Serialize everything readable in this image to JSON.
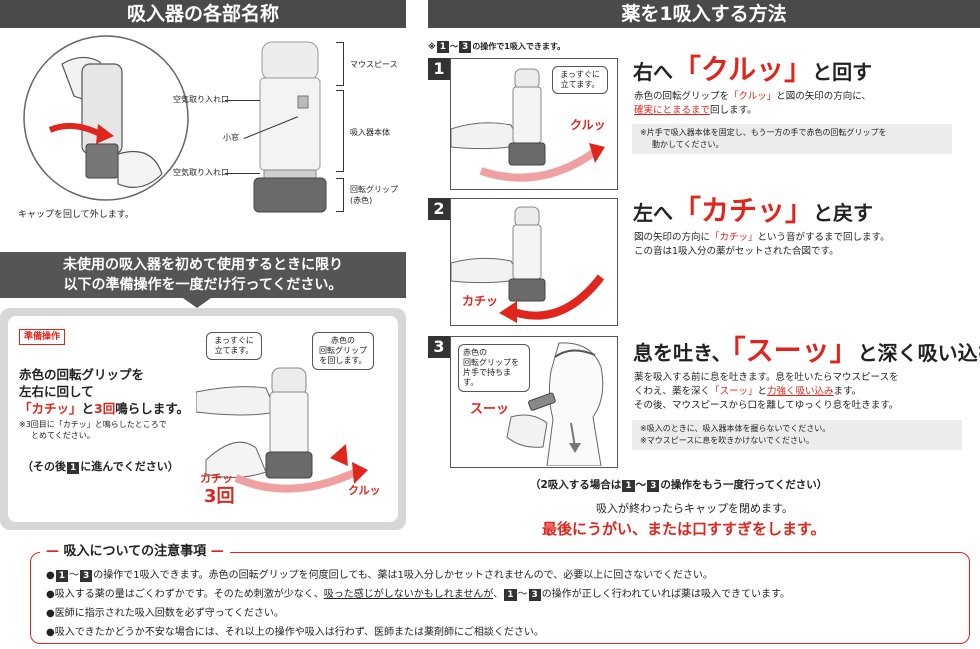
{
  "left_header": "吸入器の各部名称",
  "right_header": "薬を1吸入する方法",
  "parts": {
    "cap_caption": "キャップを回して外します。",
    "air_intake_top": "空気取り入れ口",
    "small_window": "小窓",
    "air_intake_bottom": "空気取り入れ口",
    "mouthpiece": "マウスピース",
    "body": "吸入器本体",
    "grip_l1": "回転グリップ",
    "grip_l2": "(赤色)"
  },
  "first_use": {
    "banner_l1": "未使用の吸入器を初めて使用するときに限り",
    "banner_l2": "以下の準備操作を一度だけ行ってください。",
    "tag": "準備操作",
    "bubble1_l1": "まっすぐに",
    "bubble1_l2": "立てます。",
    "bubble2_l1": "赤色の",
    "bubble2_l2": "回転グリップ",
    "bubble2_l3": "を回します。",
    "text_l1": "赤色の回転グリップを",
    "text_l2": "左右に回して",
    "text_l3a": "「カチッ」",
    "text_l3b": "と",
    "text_l3c": "3回",
    "text_l3d": "鳴らします。",
    "note_l1": "※3回目に「カチッ」と鳴らしたところで",
    "note_l2": "とめてください。",
    "goto_a": "（その後",
    "goto_num": "1",
    "goto_b": "に進んでください）",
    "label_kachi": "カチッ",
    "label_3kai": "3回",
    "label_kuru": "クルッ"
  },
  "steps_intro": {
    "pre": "※",
    "n1": "1",
    "tilde": "～",
    "n3": "3",
    "post": "の操作で1吸入できます。"
  },
  "step1": {
    "num": "1",
    "title_a": "右へ",
    "title_b": "「クルッ」",
    "title_c": "と回す",
    "line1_a": "赤色の回転グリップを",
    "line1_b": "「クルッ」",
    "line1_c": "と図の矢印の方向に、",
    "line2_a": "確実にとまるまで",
    "line2_b": "回します。",
    "note_l1": "※片手で吸入器本体を固定し、もう一方の手で赤色の回転グリップを",
    "note_l2": "動かしてください。",
    "bubble_l1": "まっすぐに",
    "bubble_l2": "立てます。",
    "label": "クルッ"
  },
  "step2": {
    "num": "2",
    "title_a": "左へ",
    "title_b": "「カチッ」",
    "title_c": "と戻す",
    "line1_a": "図の矢印の方向に",
    "line1_b": "「カチッ」",
    "line1_c": "という音がするまで回します。",
    "line2": "この音は1吸入分の薬がセットされた合図です。",
    "label": "カチッ"
  },
  "step3": {
    "num": "3",
    "title_a": "息を吐き、",
    "title_b": "「スーッ」",
    "title_c": "と深く吸い込む",
    "line1": "薬を吸入する前に息を吐きます。息を吐いたらマウスピースを",
    "line2_a": "くわえ、薬を深く",
    "line2_b": "「スーッ」",
    "line2_c": "と",
    "line2_d": "力強く吸い込み",
    "line2_e": "ます。",
    "line3": "その後、マウスピースから口を離してゆっくり息を吐きます。",
    "note_l1": "※吸入のときに、吸入器本体を握らないでください。",
    "note_l2": "※マウスピースに息を吹きかけないでください。",
    "bubble_l1": "赤色の",
    "bubble_l2": "回転グリップを",
    "bubble_l3": "片手で持ちます。",
    "label": "スーッ"
  },
  "after": {
    "repeat_a": "（2吸入する場合は",
    "repeat_n1": "1",
    "repeat_tilde": "～",
    "repeat_n3": "3",
    "repeat_b": "の操作をもう一度行ってください）",
    "close_cap": "吸入が終わったらキャップを閉めます。",
    "rinse": "最後にうがい、または口すすぎをします。"
  },
  "notes": {
    "title": "吸入についての注意事項",
    "b1_pre": "●",
    "b1_n1": "1",
    "b1_tilde": "～",
    "b1_n3": "3",
    "b1_text": "の操作で1吸入できます。赤色の回転グリップを何度回しても、薬は1吸入分しかセットされませんので、必要以上に回さないでください。",
    "b2_a": "●吸入する薬の量はごくわずかです。そのため刺激が少なく、",
    "b2_u": "吸った感じがしないかもしれませんが",
    "b2_b": "、",
    "b2_n1": "1",
    "b2_tilde": "～",
    "b2_n3": "3",
    "b2_c": "の操作が正しく行われていれば薬は吸入できています。",
    "b3": "●医師に指示された吸入回数を必ず守ってください。",
    "b4": "●吸入できたかどうか不安な場合には、それ以上の操作や吸入は行わず、医師または薬剤師にご相談ください。"
  },
  "colors": {
    "accent_red": "#e0261c",
    "header_gray": "#4a4a4a",
    "panel_gray": "#d7d7d7"
  },
  "icons": [
    "inhaler-illustration",
    "hand-twist-illustration",
    "rotate-arrow-icon",
    "person-inhaling-illustration"
  ]
}
